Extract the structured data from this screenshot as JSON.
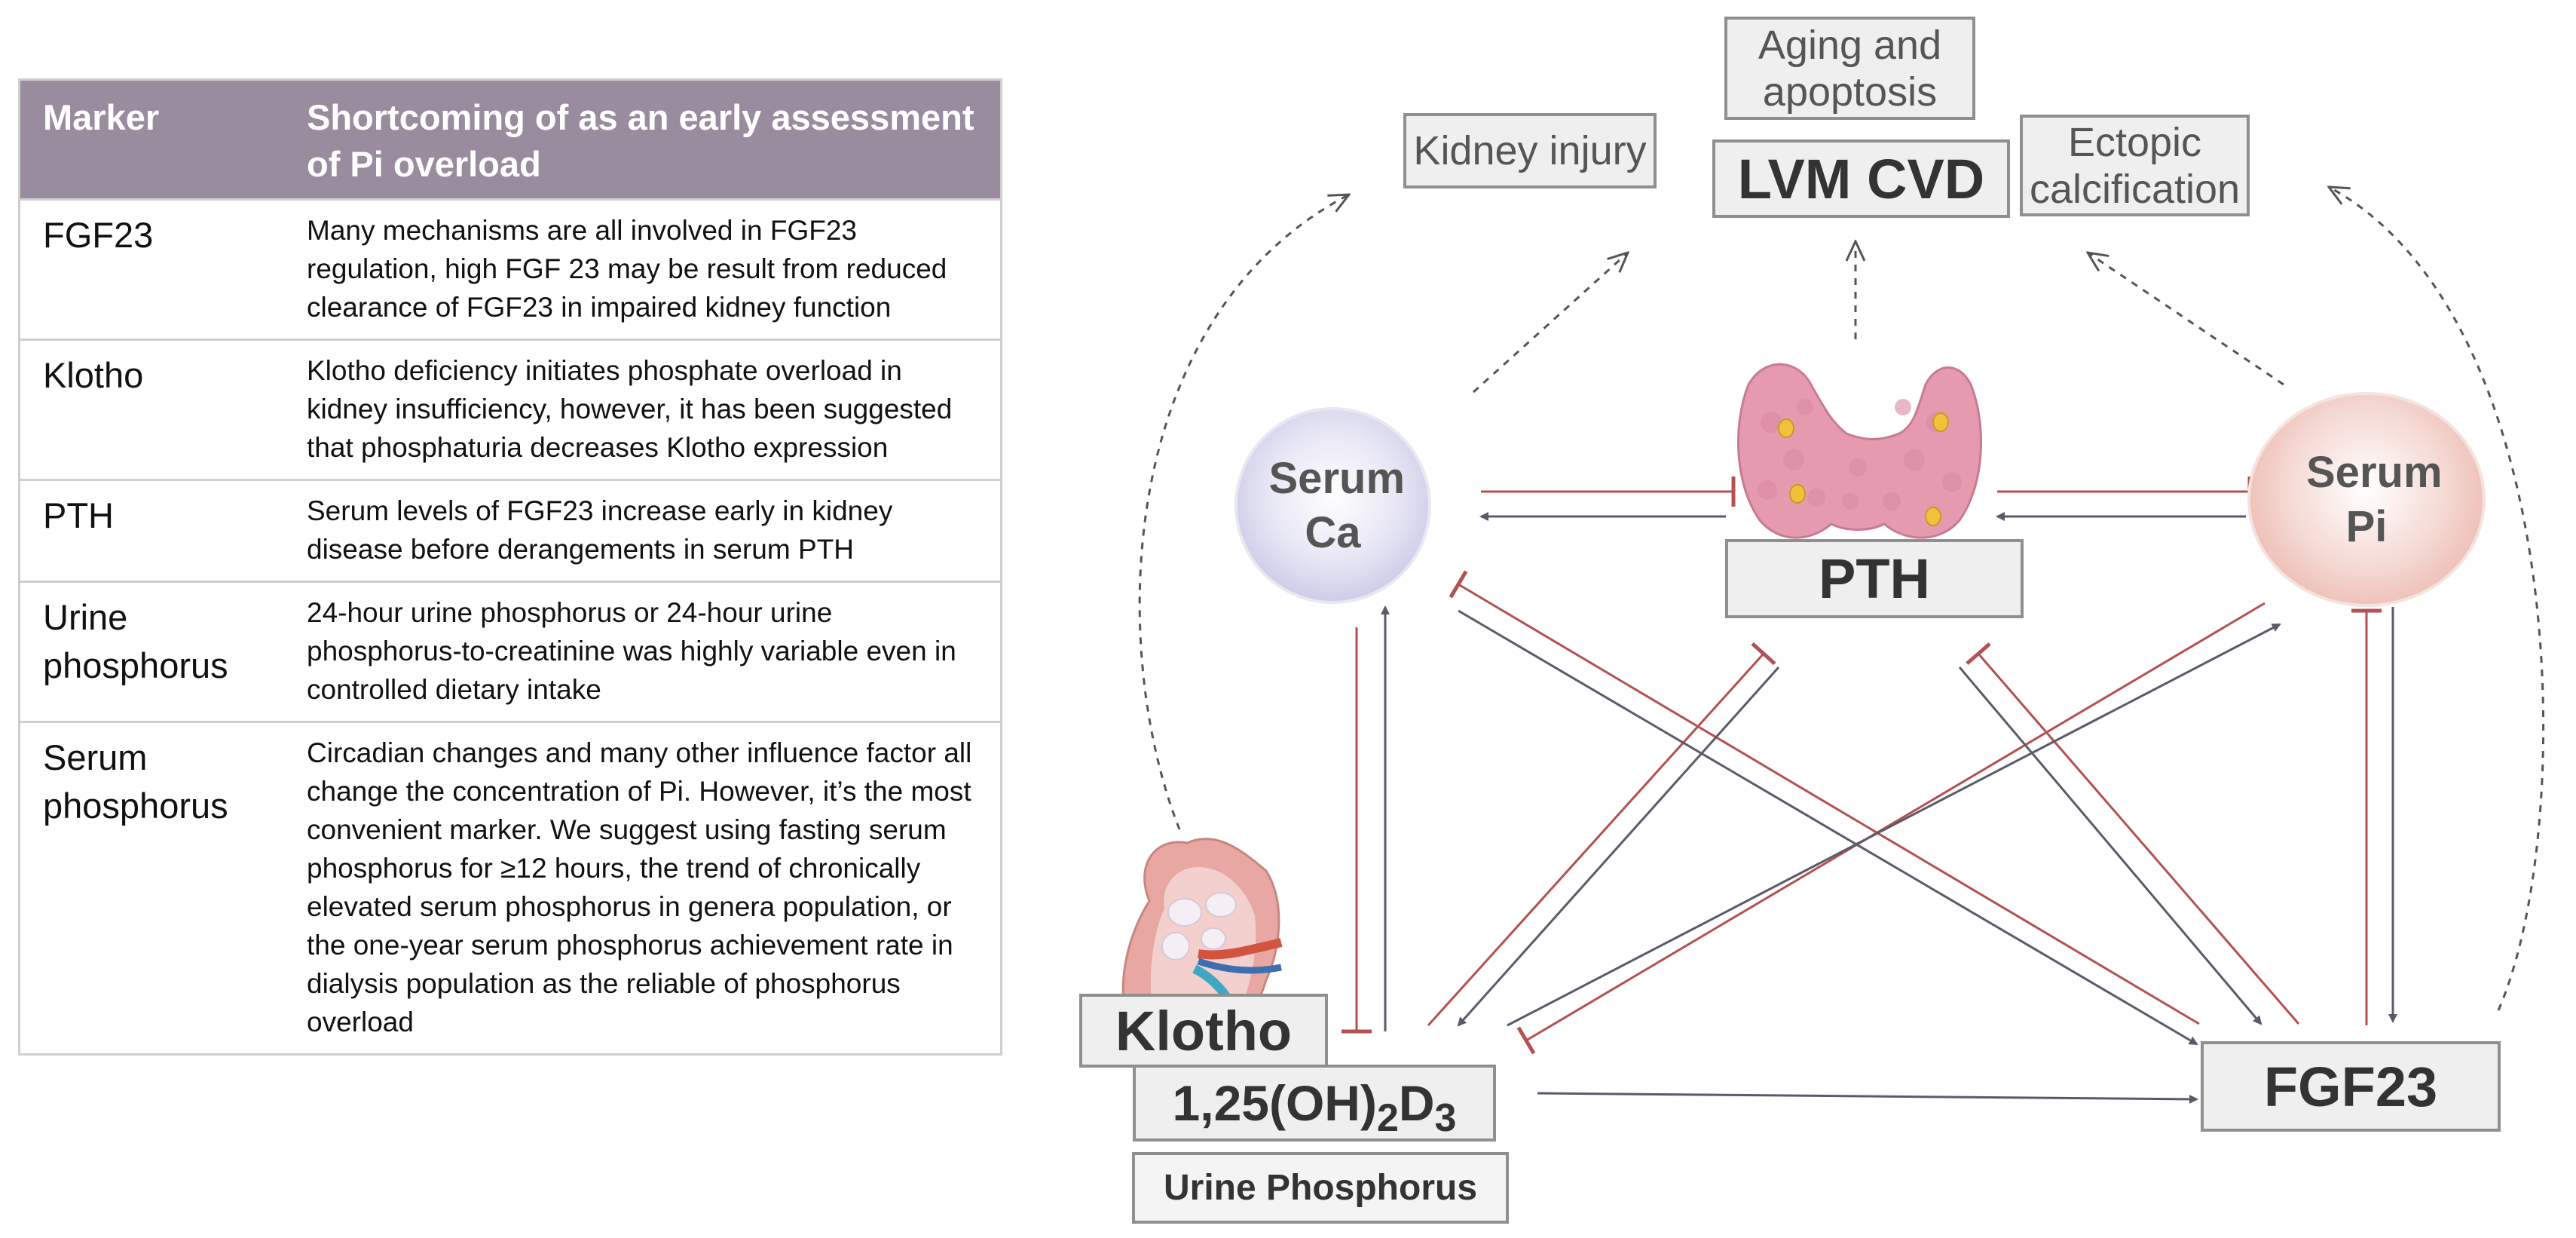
{
  "table": {
    "headers": [
      "Marker",
      "Shortcoming of as an early assessment of Pi overload"
    ],
    "rows": [
      {
        "marker": "FGF23",
        "desc": "Many mechanisms are all involved in FGF23 regulation, high FGF 23 may be result from reduced clearance of FGF23 in impaired kidney function"
      },
      {
        "marker": "Klotho",
        "desc": "Klotho deficiency initiates phosphate overload in kidney insufficiency, however, it has been suggested that phosphaturia decreases Klotho expression"
      },
      {
        "marker": "PTH",
        "desc": "Serum levels of FGF23 increase early in kidney disease before derangements in serum PTH"
      },
      {
        "marker": "Urine phosphorus",
        "desc": "24-hour urine phosphorus or 24-hour urine phosphorus-to-creatinine was highly variable even in controlled dietary intake"
      },
      {
        "marker": "Serum phosphorus",
        "desc": "Circadian changes and many other influence factor all change the concentration of Pi. However, it’s the most convenient marker. We suggest using fasting serum phosphorus for ≥12 hours, the trend of chronically elevated serum phosphorus in genera population, or the one-year serum phosphorus achievement rate in dialysis population as the reliable of phosphorus overload"
      }
    ]
  },
  "diagram": {
    "outcomes": {
      "aging": "Aging and apoptosis",
      "kidney_injury": "Kidney injury",
      "lvm_cvd": "LVM CVD",
      "ectopic": "Ectopic calcification"
    },
    "nodes": {
      "serum_ca": "Serum Ca",
      "pth": "PTH",
      "serum_pi": "Serum Pi",
      "klotho": "Klotho",
      "vitd_base": "1,25(OH)",
      "vitd_sub1": "2",
      "vitd_mid": "D",
      "vitd_sub2": "3",
      "urine": "Urine Phosphorus",
      "fgf23": "FGF23"
    },
    "colors": {
      "inhibit": "#b55050",
      "stimulate": "#5a5a6a",
      "dashed": "#555555",
      "serum_ca_fill": "#c9c8e6",
      "serum_pi_fill": "#f0c8c0",
      "pth_gland": "#e59ab0",
      "kidney": "#e8a7a3"
    }
  }
}
